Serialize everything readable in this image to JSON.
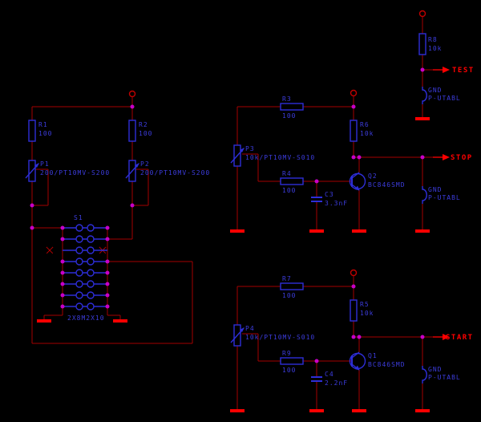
{
  "colors": {
    "background": "#000000",
    "wire": "#A40000",
    "symbol": "#2E2ED8",
    "label": "#3C3CDC",
    "junction": "#C800C8",
    "net": "#FF0000",
    "ground": "#FF0000",
    "supply": "#C00000"
  },
  "nets": {
    "test_label": "TEST",
    "stop_label": "STOP",
    "start_label": "START"
  },
  "components": {
    "R1": {
      "name": "R1",
      "value": "100"
    },
    "R2": {
      "name": "R2",
      "value": "100"
    },
    "R3": {
      "name": "R3",
      "value": "100"
    },
    "R4": {
      "name": "R4",
      "value": "100"
    },
    "R5": {
      "name": "R5",
      "value": "10k"
    },
    "R6": {
      "name": "R6",
      "value": "10k"
    },
    "R7": {
      "name": "R7",
      "value": "100"
    },
    "R8": {
      "name": "R8",
      "value": "10k"
    },
    "R9": {
      "name": "R9",
      "value": "100"
    },
    "P1": {
      "name": "P1",
      "value": "200/PT10MV-S200"
    },
    "P2": {
      "name": "P2",
      "value": "200/PT10MV-S200"
    },
    "P3": {
      "name": "P3",
      "value": "10k/PT10MV-S010"
    },
    "P4": {
      "name": "P4",
      "value": "10k/PT10MV-S010"
    },
    "C3": {
      "name": "C3",
      "value": "3.3nF"
    },
    "C4": {
      "name": "C4",
      "value": "2.2nF"
    },
    "Q1": {
      "name": "Q1",
      "value": "BC846SMD"
    },
    "Q2": {
      "name": "Q2",
      "value": "BC846SMD"
    },
    "S1": {
      "name": "S1",
      "value": "2X8M2X10"
    },
    "gnd_pad": {
      "name": "GND",
      "value": "P-UTABL"
    }
  }
}
